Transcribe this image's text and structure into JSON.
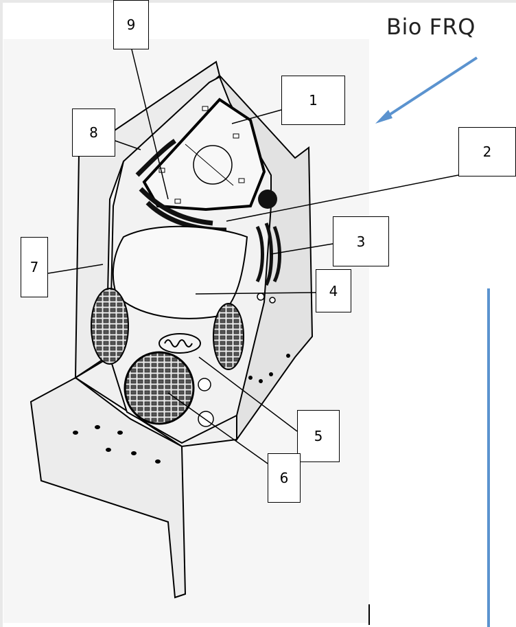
{
  "title": "Bio FRQ",
  "labels": [
    "1",
    "2",
    "3",
    "4",
    "5",
    "6",
    "7",
    "8",
    "9"
  ],
  "colors": {
    "accent_blue": "#5b93cf",
    "cell_fill": "#ececec",
    "outline": "#000000"
  }
}
